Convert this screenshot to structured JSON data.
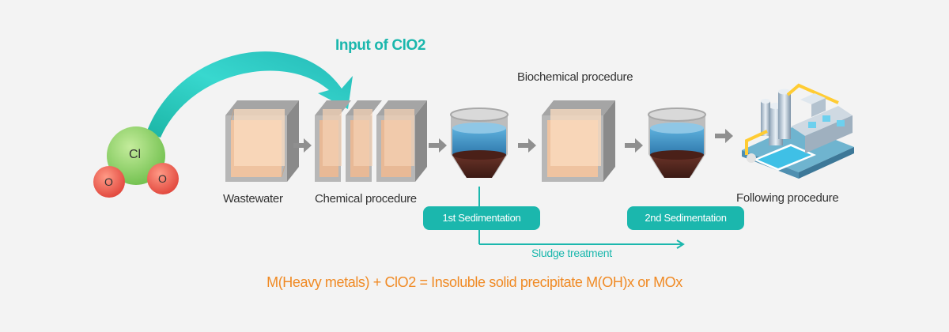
{
  "title": "Input of ClO2",
  "molecule": {
    "center": "Cl",
    "left": "O",
    "right": "O"
  },
  "stages": {
    "wastewater": "Wastewater",
    "chemical": "Chemical procedure",
    "biochemical": "Biochemical procedure",
    "following": "Following procedure"
  },
  "sedimentation": {
    "first": "1st Sedimentation",
    "second": "2nd Sedimentation"
  },
  "sludge": "Sludge treatment",
  "equation": "M(Heavy metals) + ClO2 = Insoluble solid precipitate M(OH)x or MOx",
  "colors": {
    "teal": "#1bb7ad",
    "orange": "#f08a24",
    "molecule_green": "#8ed46c",
    "oxygen_red": "#ee5a4e",
    "sludge_brown": "#5a2b22",
    "water_blue": "#3f8fc4"
  }
}
